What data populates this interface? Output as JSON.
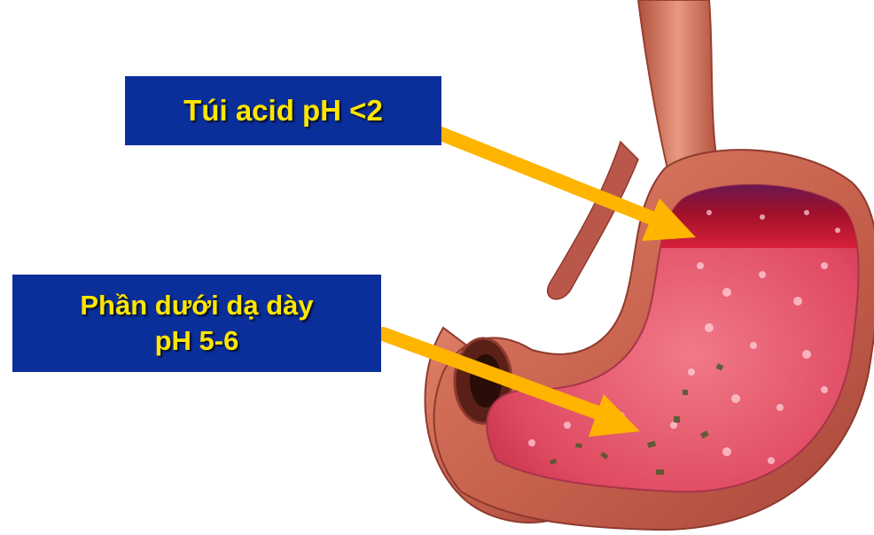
{
  "labels": {
    "acid_pocket": "Túi acid pH <2",
    "lower_stomach_line1": "Phần dưới dạ dày",
    "lower_stomach_line2": "pH 5-6"
  },
  "colors": {
    "label_background": "#0b2f9a",
    "label_text": "#ffe600",
    "arrow": "#ffb400",
    "stomach_outer": "#c8634e",
    "stomach_inner": "#e85a6e",
    "acid_layer": "#a01020"
  },
  "illustration": {
    "subject": "stomach-cross-section",
    "parts": [
      "esophagus",
      "stomach-wall",
      "acid-pocket",
      "gastric-contents",
      "pylorus",
      "duodenum"
    ]
  }
}
